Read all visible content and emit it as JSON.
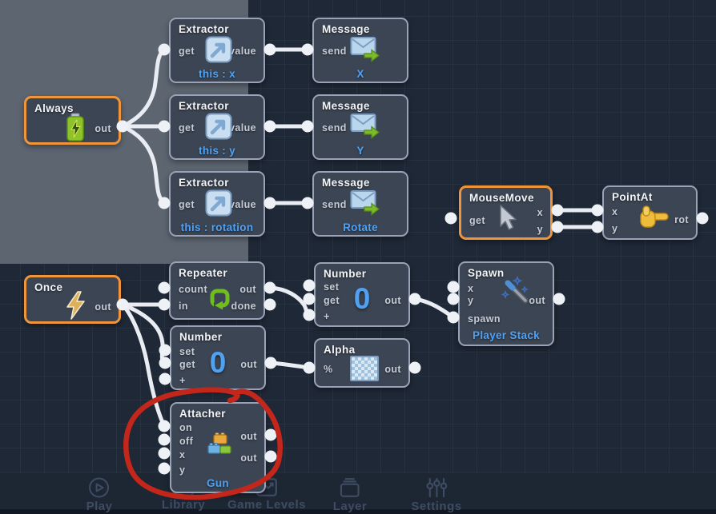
{
  "nodes": {
    "always": {
      "title": "Always",
      "icon": "battery-icon",
      "out": "out"
    },
    "extractor_x": {
      "title": "Extractor",
      "icon": "extract-arrow-icon",
      "get": "get",
      "value": "value",
      "binding": "this : x"
    },
    "extractor_y": {
      "title": "Extractor",
      "icon": "extract-arrow-icon",
      "get": "get",
      "value": "value",
      "binding": "this : y"
    },
    "extractor_rotation": {
      "title": "Extractor",
      "icon": "extract-arrow-icon",
      "get": "get",
      "value": "value",
      "binding": "this : rotation"
    },
    "message_x": {
      "title": "Message",
      "icon": "envelope-send-icon",
      "send": "send",
      "message": "X"
    },
    "message_y": {
      "title": "Message",
      "icon": "envelope-send-icon",
      "send": "send",
      "message": "Y"
    },
    "message_rotate": {
      "title": "Message",
      "icon": "envelope-send-icon",
      "send": "send",
      "message": "Rotate"
    },
    "mousemove": {
      "title": "MouseMove",
      "icon": "cursor-icon",
      "get": "get",
      "x": "x",
      "y": "y"
    },
    "pointat": {
      "title": "PointAt",
      "icon": "pointing-hand-icon",
      "x": "x",
      "y": "y",
      "rot": "rot"
    },
    "once": {
      "title": "Once",
      "icon": "lightning-icon",
      "out": "out"
    },
    "repeater": {
      "title": "Repeater",
      "icon": "loop-icon",
      "count": "count",
      "in": "in",
      "out": "out",
      "done": "done"
    },
    "number_top": {
      "title": "Number",
      "set": "set",
      "get": "get",
      "plus": "+",
      "value": "0",
      "out": "out"
    },
    "spawn": {
      "title": "Spawn",
      "icon": "magic-wand-icon",
      "x": "x",
      "y": "y",
      "spawn": "spawn",
      "out": "out",
      "binding": "Player Stack"
    },
    "number_bottom": {
      "title": "Number",
      "set": "set",
      "get": "get",
      "plus": "+",
      "value": "0",
      "out": "out"
    },
    "alpha": {
      "title": "Alpha",
      "icon": "checker-icon",
      "percent": "%",
      "out": "out"
    },
    "attacher": {
      "title": "Attacher",
      "icon": "blocks-icon",
      "on": "on",
      "off": "off",
      "x": "x",
      "y": "y",
      "out_a": "out",
      "out_b": "out",
      "binding": "Gun"
    }
  },
  "toolbar": {
    "items": [
      {
        "label": "Play",
        "icon": "play-icon"
      },
      {
        "label": "Library",
        "icon": "library-icon"
      },
      {
        "label": "Game Levels",
        "icon": "game-levels-icon"
      },
      {
        "label": "Layer",
        "icon": "layer-icon"
      },
      {
        "label": "Settings",
        "icon": "settings-icon"
      }
    ]
  },
  "annotation": {
    "shape": "hand-drawn-circle",
    "color": "#c3261b",
    "highlights": "Attacher node"
  },
  "colors": {
    "canvas": "#1f2836",
    "dirty_region": "#5c6570",
    "node_accent_orange": "#f0953a",
    "wire": "#e9edf3",
    "link_blue": "#4fa2f3"
  }
}
